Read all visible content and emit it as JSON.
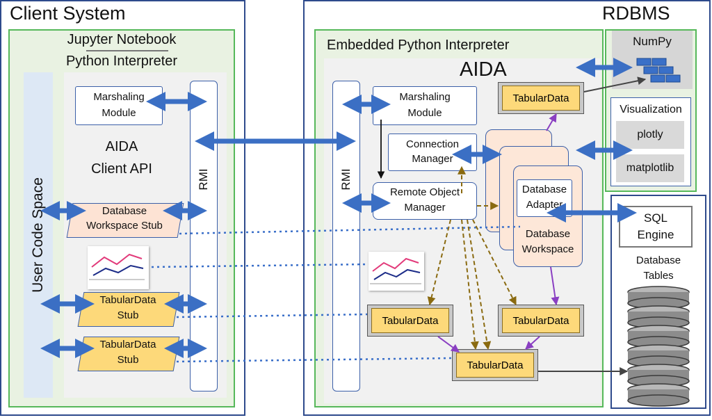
{
  "client": {
    "title": "Client System",
    "jupyter_notebook": "Jupyter Notebook",
    "python_interpreter": "Python Interpreter",
    "user_code_space": "User Code Space",
    "marshaling_module": [
      "Marshaling",
      "Module"
    ],
    "aida_client_api": [
      "AIDA",
      "Client API"
    ],
    "rmi": "RMI",
    "database_workspace_stub": [
      "Database",
      "Workspace Stub"
    ],
    "tabular_stub_1": [
      "TabularData",
      "Stub"
    ],
    "tabular_stub_2": [
      "TabularData",
      "Stub"
    ]
  },
  "rdbms": {
    "title": "RDBMS",
    "embedded_interpreter": "Embedded Python Interpreter",
    "aida": "AIDA",
    "numpy": "NumPy",
    "rmi": "RMI",
    "marshaling_module": [
      "Marshaling",
      "Module"
    ],
    "connection_manager": [
      "Connection",
      "Manager"
    ],
    "remote_object_manager": [
      "Remote Object",
      "Manager"
    ],
    "tabular_data_top": "TabularData",
    "tabular_data_left": "TabularData",
    "tabular_data_right": "TabularData",
    "tabular_data_bottom": "TabularData",
    "database_adapter": [
      "Database",
      "Adapter"
    ],
    "database_workspace": [
      "Database",
      "Workspace"
    ],
    "visualization": "Visualization",
    "plotly": "plotly",
    "matplotlib": "matplotlib",
    "sql_engine": [
      "SQL",
      "Engine"
    ],
    "database_tables": [
      "Database",
      "Tables"
    ]
  },
  "colors": {
    "navy_border": "#2e4a8c",
    "green_border": "#56b85a",
    "arrow_blue": "#3b6fc4",
    "dotted_blue": "#3a6fc9",
    "dashed_brown": "#8a6a10",
    "purple": "#8a3fc2"
  }
}
